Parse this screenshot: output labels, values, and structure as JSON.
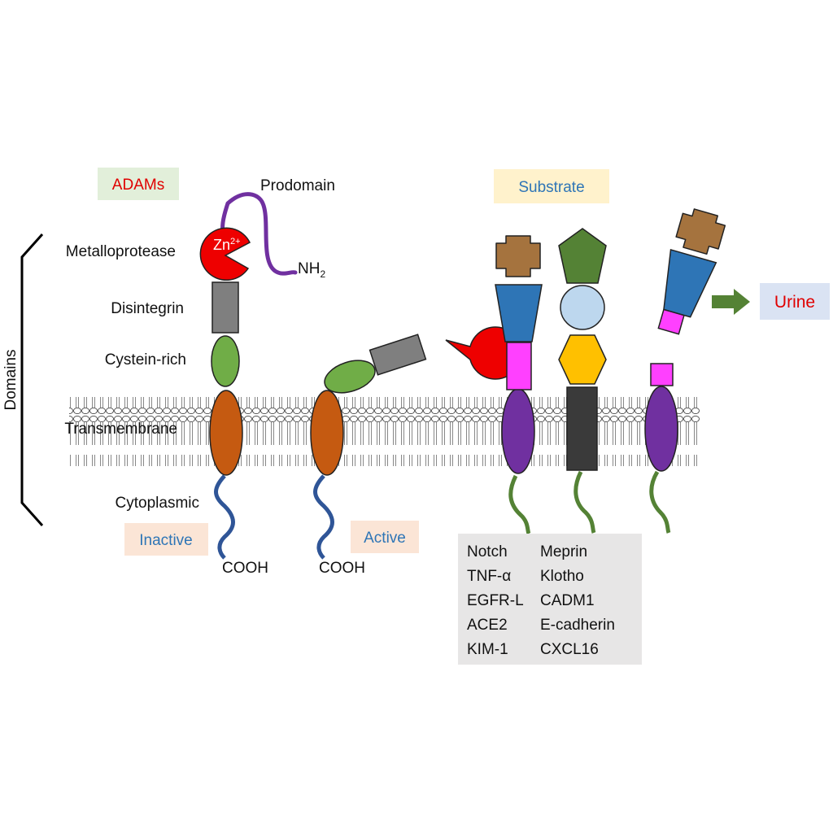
{
  "title_tags": {
    "adams": "ADAMs",
    "substrate": "Substrate",
    "urine": "Urine",
    "inactive": "Inactive",
    "active": "Active"
  },
  "domains": {
    "bracket_label": "Domains",
    "metalloprotease": "Metalloprotease",
    "disintegrin": "Disintegrin",
    "cystein_rich": "Cystein-rich",
    "transmembrane": "Transmembrane",
    "cytoplasmic": "Cytoplasmic"
  },
  "adam_labels": {
    "prodomain": "Prodomain",
    "nh2": "NH",
    "nh2_sub": "2",
    "zn": "Zn",
    "zn_sup": "2+",
    "cooh_inactive": "COOH",
    "cooh_active": "COOH"
  },
  "substrates": {
    "col1": [
      "Notch",
      "TNF-α",
      "EGFR-L",
      "ACE2",
      "KIM-1"
    ],
    "col2": [
      "Meprin",
      "Klotho",
      "CADM1",
      "E-cadherin",
      "CXCL16"
    ]
  },
  "colors": {
    "tag_red_bg": "#e2efda",
    "tag_red_text": "#e00000",
    "tag_blue_bg": "#fff2cc",
    "tag_blue_text": "#2e75b6",
    "urine_bg": "#dae3f3",
    "state_bg": "#fbe5d6",
    "zn_red": "#ee0000",
    "orange": "#c55a11",
    "green": "#70ad47",
    "gray": "#7f7f7f",
    "navy": "#2f5597",
    "purple": "#7030a0",
    "brown": "#a5733e",
    "blue": "#2e75b6",
    "magenta": "#ff40ff",
    "darkgreen": "#548235",
    "lightblue": "#bdd7ee",
    "yellow": "#ffc000",
    "charcoal": "#3a3a3a"
  }
}
